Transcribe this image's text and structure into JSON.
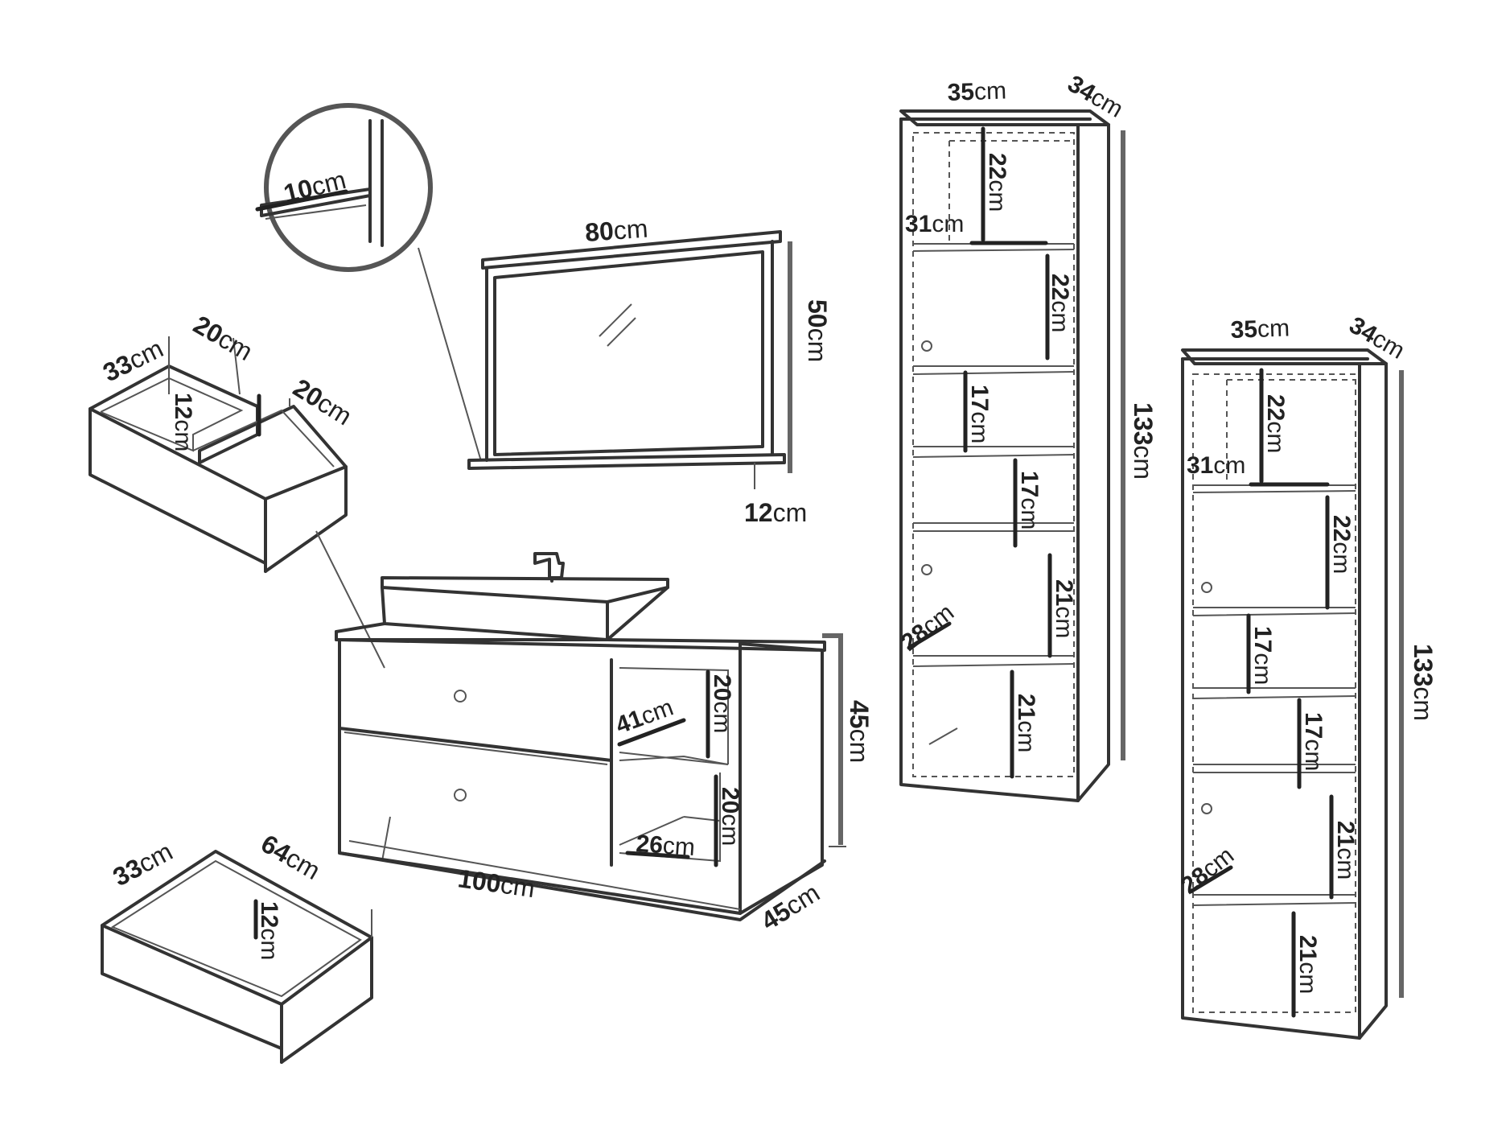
{
  "unit": "cm",
  "mirror": {
    "width": "80",
    "height": "50",
    "shelf_depth": "12"
  },
  "mirror_detail": {
    "shelf_thickness": "10"
  },
  "top_drawer": {
    "width": "33",
    "divider": "20",
    "depth": "20",
    "height": "12"
  },
  "bottom_drawer": {
    "width": "33",
    "depth": "64",
    "height": "12"
  },
  "vanity": {
    "width": "100",
    "depth": "45",
    "height": "45",
    "shelf_upper_height": "20",
    "shelf_upper_depth": "41",
    "shelf_lower_height": "20",
    "shelf_lower_depth": "26"
  },
  "tall_cabinet_left": {
    "width": "35",
    "depth": "34",
    "height": "133",
    "compartments": [
      "22",
      "22",
      "17",
      "17",
      "21",
      "21"
    ],
    "upper_door_width": "31",
    "lower_door_width": "28"
  },
  "tall_cabinet_right": {
    "width": "35",
    "depth": "34",
    "height": "133",
    "compartments": [
      "22",
      "22",
      "17",
      "17",
      "21",
      "21"
    ],
    "upper_door_width": "31",
    "lower_door_width": "28"
  }
}
